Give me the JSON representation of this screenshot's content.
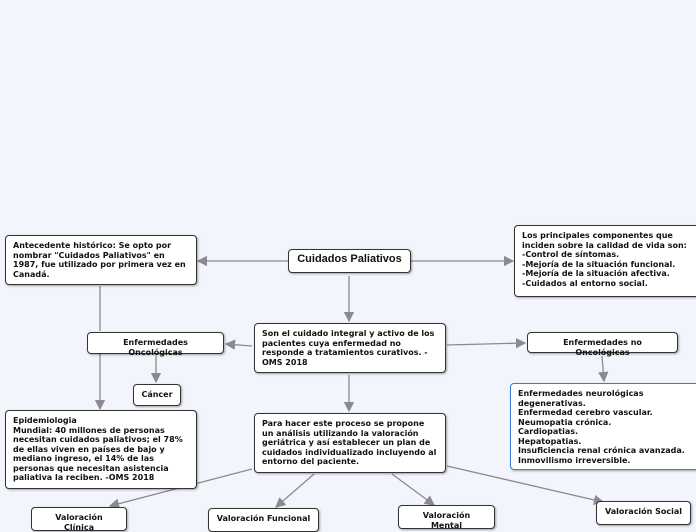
{
  "root": "Cuidados Paliativos",
  "antecedente": "Antecedente histórico: Se opto por nombrar \"Cuidados Paliativos\" en 1987, fue utilizado por primera vez en Canadá.",
  "componentes": "Los principales componentes que inciden sobre la calidad de vida son:\n-Control de síntomas.\n-Mejoría de la situación funcional.\n-Mejoría de la situación afectiva.\n-Cuidados al entorno social.",
  "definicion": "Son el cuidado integral y activo de los pacientes cuya enfermedad no responde a tratamientos curativos. -OMS 2018",
  "oncologicas": "Enfermedades Oncológicas",
  "no_oncologicas": "Enfermedades no Oncológicas",
  "cancer": "Cáncer",
  "epidemiologia": "Epidemiologia\nMundial: 40 millones de personas necesitan cuidados paliativos; el 78% de ellas viven en países de bajo y mediano ingreso, el 14% de las personas que necesitan asistencia paliativa la reciben. -OMS 2018",
  "lista_no_onco": "Enfermedades neurológicas degenerativas.\nEnfermedad cerebro vascular.\nNeumopatia crónica.\nCardiopatias.\nHepatopatias.\nInsuficiencia renal crónica avanzada.\nInmovilismo irreversible.",
  "proceso": "Para hacer este proceso se propone un análisis utilizando la valoración geriátrica y así establecer un plan de cuidados individualizado incluyendo al entorno del paciente.",
  "valoraciones": [
    "Valoración Clínica",
    "Valoración Funcional",
    "Valoración Mental",
    "Valoración Social"
  ],
  "colors": {
    "line": "#8a8a92",
    "border": "#333333",
    "blue_border": "#3b7dd8",
    "background": "#f3f5fd"
  }
}
